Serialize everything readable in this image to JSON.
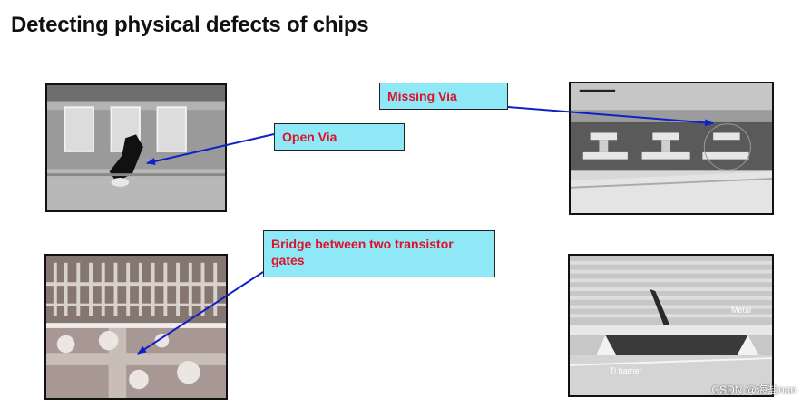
{
  "slide": {
    "title": "Detecting physical defects of chips"
  },
  "callouts": {
    "open_via": "Open Via",
    "missing_via": "Missing Via",
    "bridge": "Bridge between two transistor gates"
  },
  "labels": {
    "metal": "Metal",
    "ti_barrier": "Ti barrier"
  },
  "watermark": "CSDN @海盐nan",
  "colors": {
    "callout_fill": "#8ee8f5",
    "callout_text": "#e0102b",
    "arrow": "#1020c8"
  }
}
